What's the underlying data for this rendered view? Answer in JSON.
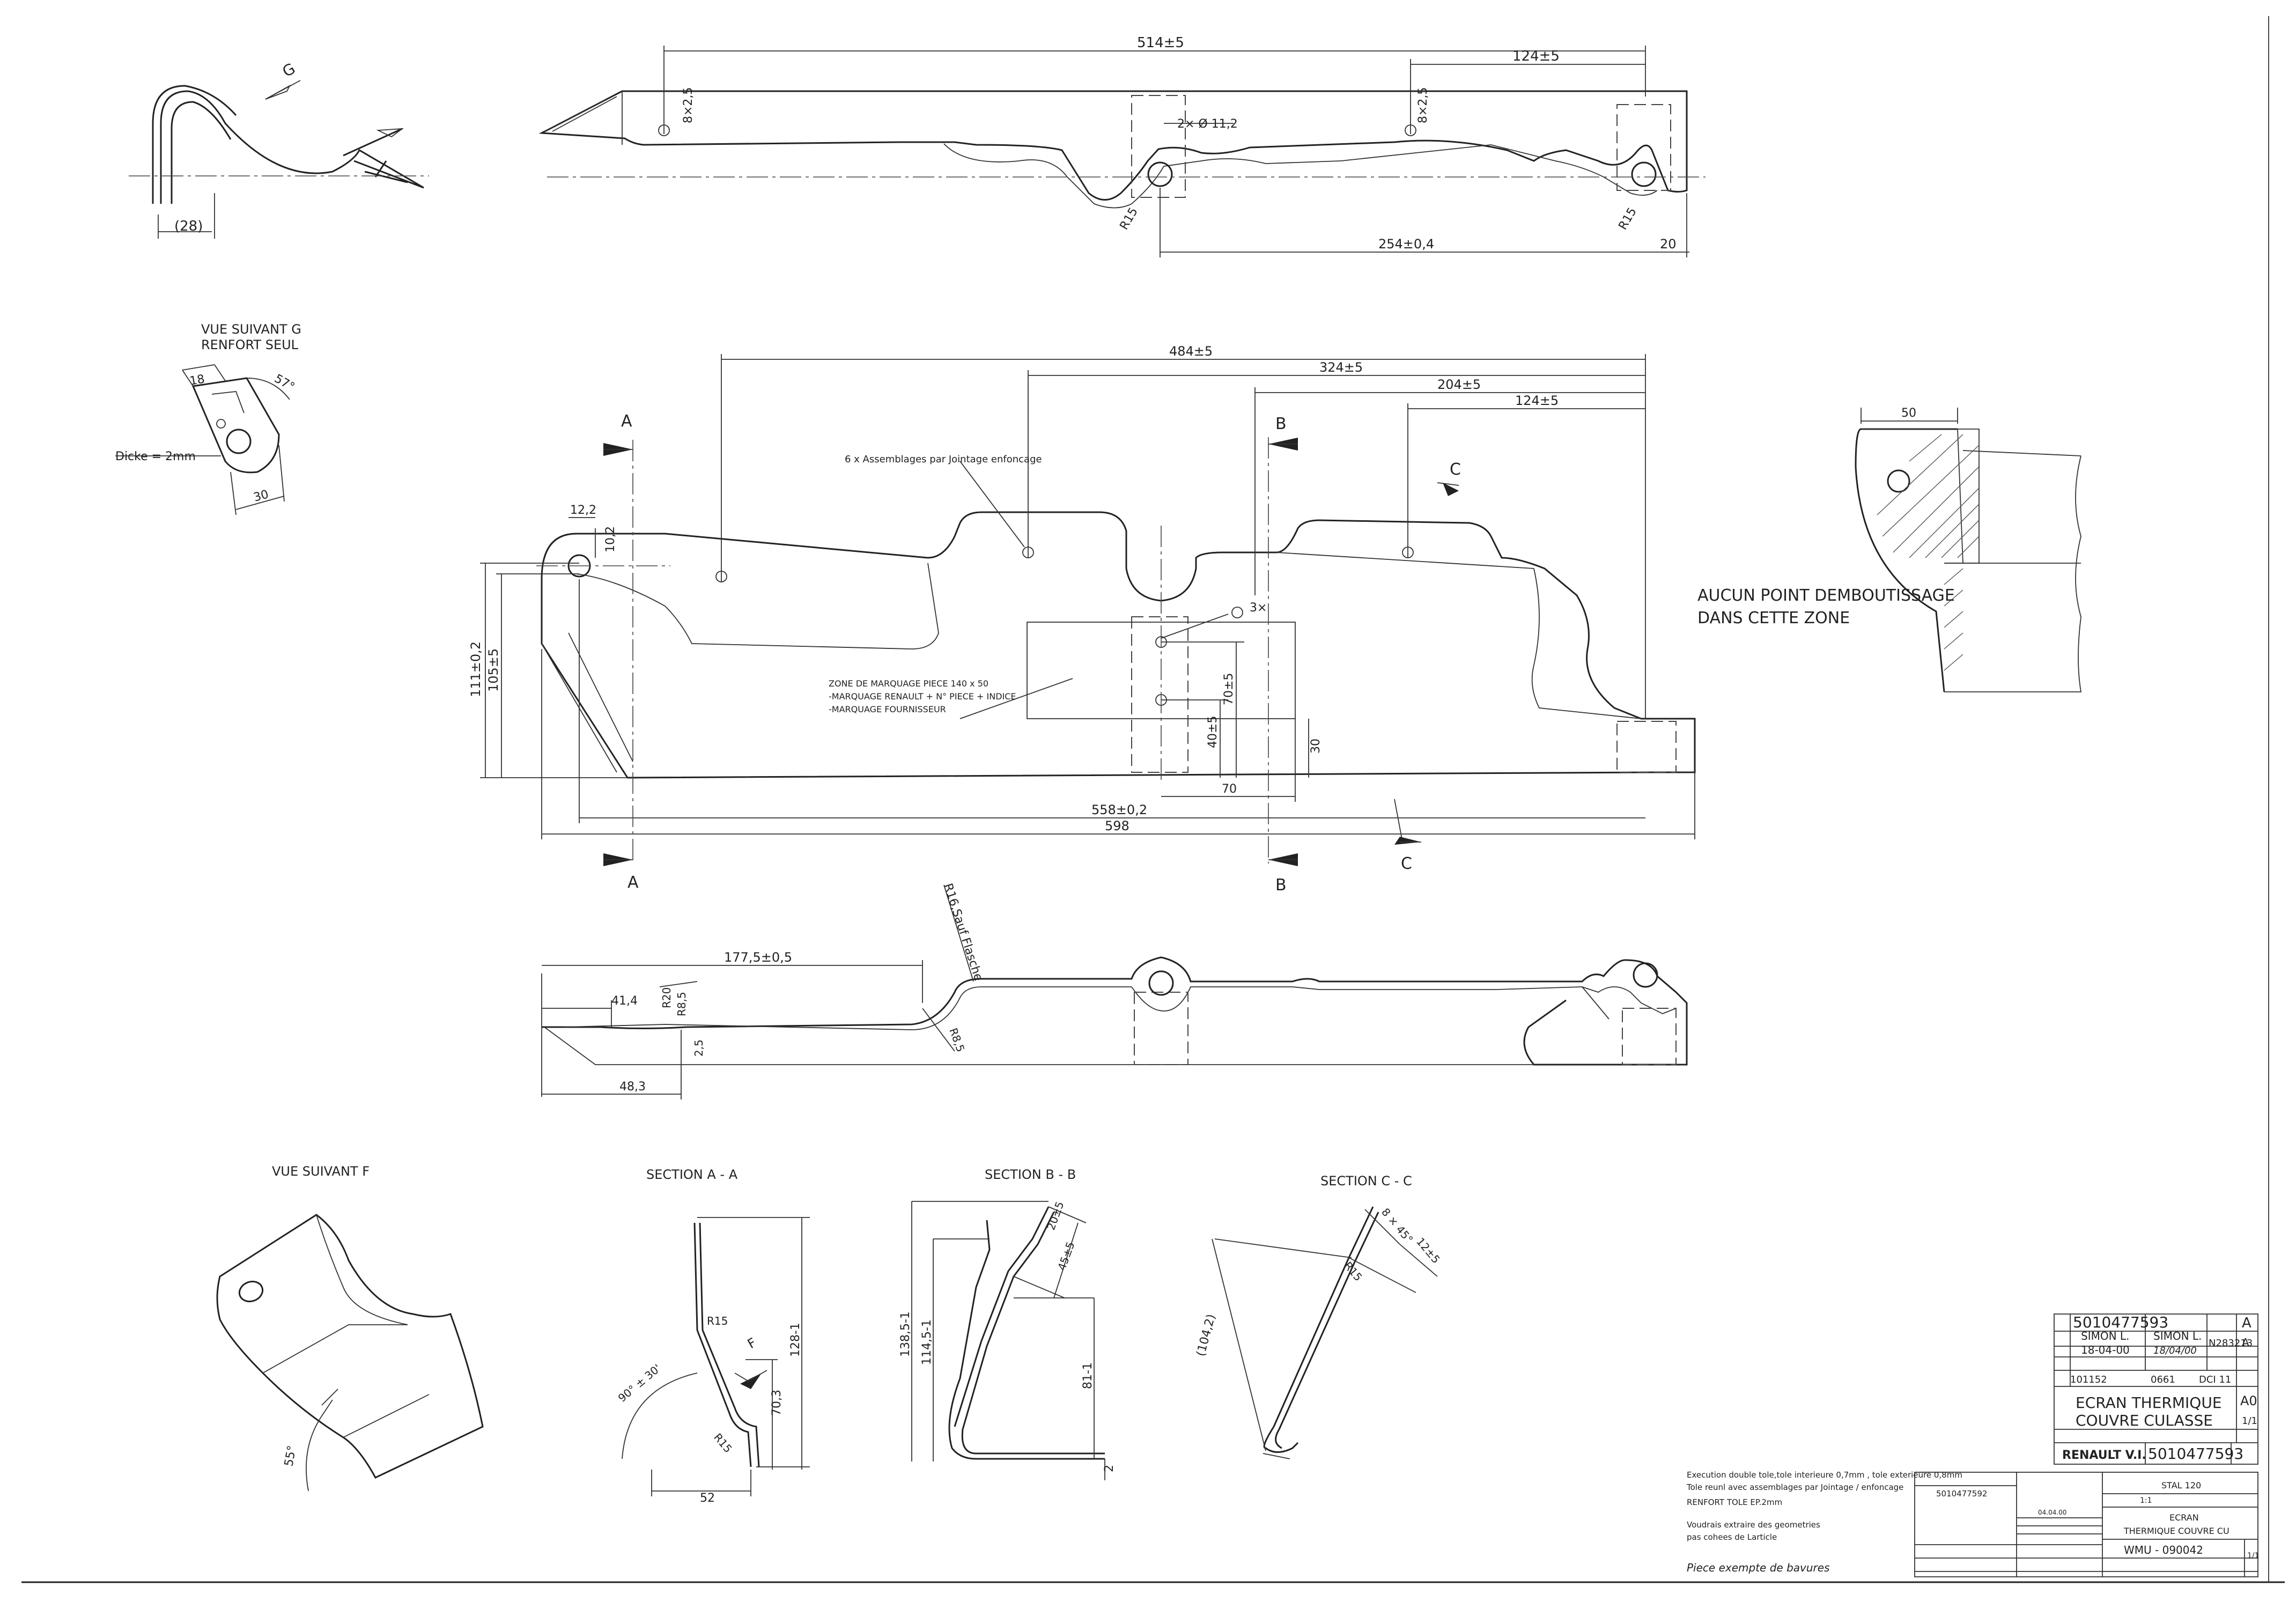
{
  "top_view": {
    "dims": [
      "514±5",
      "124±5",
      "8×2,5",
      "8×2,5",
      "2× Ø 11,2",
      "R15",
      "R15",
      "254±0,4",
      "20",
      "G",
      "(28)"
    ]
  },
  "vue_g": {
    "title": "VUE SUIVANT G",
    "subtitle": "RENFORT SEUL",
    "dims": [
      "18",
      "57°",
      "30"
    ],
    "dicke": "Dicke = 2mm"
  },
  "main_view": {
    "dims": [
      "484±5",
      "324±5",
      "204±5",
      "124±5",
      "12,2",
      "10,2",
      "111±0,2",
      "105±5",
      "70±5",
      "40±5",
      "30",
      "70",
      "558±0,2",
      "598",
      "3×"
    ],
    "sections": [
      "A",
      "A",
      "B",
      "B",
      "C",
      "C"
    ],
    "assemblages": "6 x Assemblages par Jointage enfoncage",
    "zone_lines": [
      "ZONE DE MARQUAGE PIECE 140 x 50",
      "-MARQUAGE RENAULT + N° PIECE + INDICE",
      "-MARQUAGE FOURNISSEUR"
    ]
  },
  "aucun": {
    "lines": [
      "AUCUN POINT DEMBOUTISSAGE",
      "DANS CETTE ZONE"
    ],
    "dim": "50"
  },
  "lower_view": {
    "dims": [
      "177,5±0,5",
      "41,4",
      "R20",
      "R8,5",
      "2,5",
      "R8,5",
      "48,3",
      "R16,Sauf Flasche"
    ]
  },
  "vue_f": {
    "title": "VUE SUIVANT F",
    "angle": "55°"
  },
  "section_aa": {
    "title": "SECTION A - A",
    "dims": [
      "R15",
      "R15",
      "90° ± 30'",
      "F",
      "128-1",
      "70,3",
      "52"
    ]
  },
  "section_bb": {
    "title": "SECTION B - B",
    "dims": [
      "20±5",
      "45±5",
      "138,5-1",
      "114,5-1",
      "81-1",
      "2"
    ]
  },
  "section_cc": {
    "title": "SECTION C - C",
    "dims": [
      "8 × 45°",
      "12±5",
      "R15",
      "(104,2)"
    ]
  },
  "notes": {
    "lines": [
      "Execution double tole,tole interieure 0,7mm , tole exterieure 0,8mm",
      "Tole reunl avec assemblages par Jointage / enfoncage",
      "RENFORT TOLE EP.2mm",
      "",
      "Voudrais extraire des geometries",
      "pas cohees de Larticle"
    ],
    "handwritten": "Piece exempte de bavures"
  },
  "title_block": {
    "ref": "5010477593",
    "indice": "A",
    "nom1": "SIMON L.",
    "nom2": "SIMON L.",
    "date1": "18-04-00",
    "date2": "18/04/00",
    "modif": "N283213",
    "modif_ind": "A",
    "row3": [
      "101152",
      "0661",
      "DCI 11"
    ],
    "designation": [
      "ECRAN THERMIQUE",
      "COUVRE CULASSE"
    ],
    "format": "A0",
    "planche": "1/1",
    "company": "RENAULT V.I.",
    "ref_bottom": "5010477593"
  },
  "second_block": {
    "kunde": "5010477592",
    "werkstoff": "STAL 120",
    "massstab": "1:1",
    "benennung": [
      "ECRAN",
      "THERMIQUE COUVRE CU"
    ],
    "code": "WMU - 090042",
    "blatt": "1/1",
    "dates": [
      "04.04.00"
    ]
  }
}
